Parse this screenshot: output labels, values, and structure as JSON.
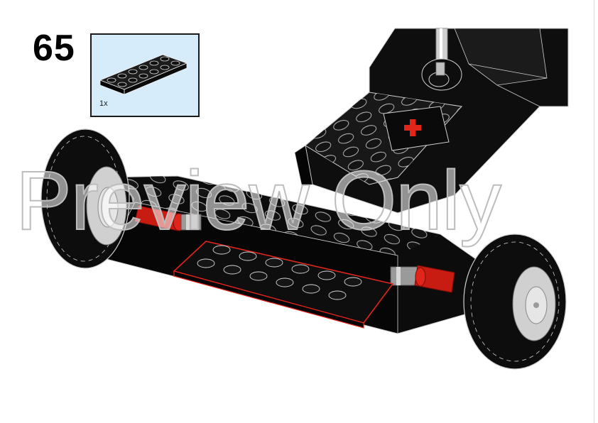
{
  "step": {
    "number": "65"
  },
  "callout": {
    "part_quantity": "1x",
    "part_color": "#111111",
    "background_color": "#d7ecfa"
  },
  "model": {
    "body_color": "#0d0d0d",
    "highlight_color": "#e1251b",
    "emblem_icon": "red-cross-icon"
  },
  "watermark": {
    "text": "Preview Only"
  }
}
